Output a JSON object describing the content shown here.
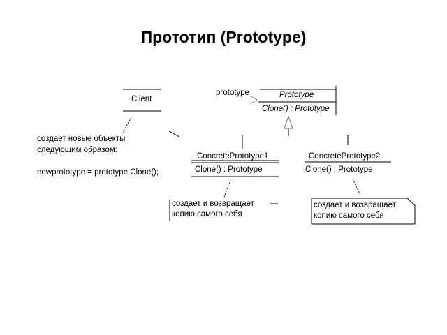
{
  "title": "Прототип (Prototype)",
  "client": {
    "name": "Client"
  },
  "association": {
    "label": "prototype"
  },
  "prototype_class": {
    "name": "Prototype",
    "method": "Clone() : Prototype"
  },
  "concrete1": {
    "name": "ConcretePrototype1",
    "method": "Clone() : Prototype"
  },
  "concrete2": {
    "name": "ConcretePrototype2",
    "method": "Clone() : Prototype"
  },
  "client_note": {
    "line1": "создает новые объекты",
    "line2": "следующим образом:",
    "line3": "newprototype = prototype.Clone();"
  },
  "concrete1_note": {
    "line1": "создает и возвращает",
    "line2": "копию самого себя"
  },
  "concrete2_note": {
    "line1": "создает и возвращает",
    "line2": "копию самого себя"
  }
}
